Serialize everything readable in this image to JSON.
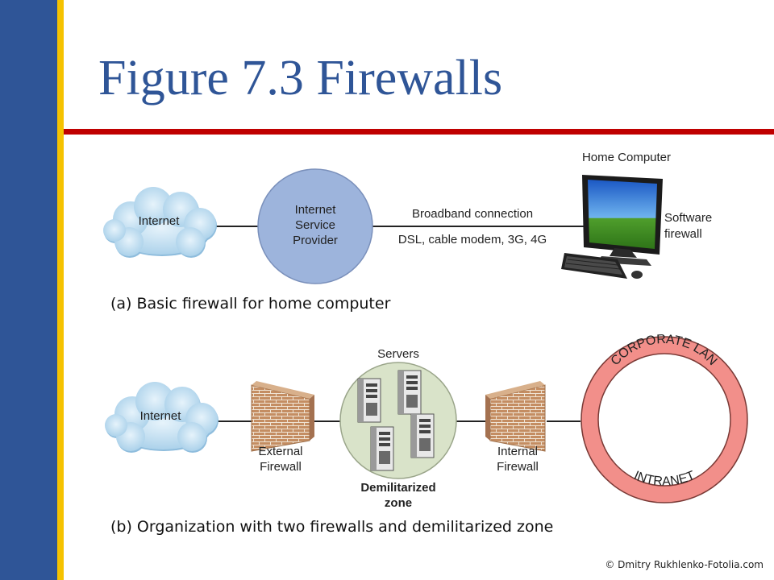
{
  "slide": {
    "title": "Figure 7.3 Firewalls",
    "credit": "© Dmitry Rukhlenko-Fotolia.com"
  },
  "part_a": {
    "cloud_label": "Internet",
    "isp_label": [
      "Internet",
      "Service",
      "Provider"
    ],
    "connection_label": "Broadband connection",
    "connection_types": "DSL, cable modem, 3G, 4G",
    "computer_label": "Home Computer",
    "software_firewall_label": [
      "Software",
      "firewall"
    ],
    "caption": "(a) Basic firewall for home computer"
  },
  "part_b": {
    "cloud_label": "Internet",
    "external_firewall_label": [
      "External",
      "Firewall"
    ],
    "servers_label": "Servers",
    "dmz_label": [
      "Demilitarized",
      "zone"
    ],
    "internal_firewall_label": [
      "Internal",
      "Firewall"
    ],
    "lan_top_label": "CORPORATE LAN",
    "lan_bottom_label": "INTRANET",
    "caption": "(b) Organization with two firewalls and demilitarized zone"
  },
  "colors": {
    "slide_bar": "#2f5597",
    "slide_stripe": "#f5c200",
    "title_rule": "#c00000",
    "cloud_fill": "#bcdcf0",
    "isp_fill": "#9db4dc",
    "dmz_fill": "#d9e3c9",
    "lan_ring": "#f28f8a",
    "brick": "#b7825b"
  }
}
